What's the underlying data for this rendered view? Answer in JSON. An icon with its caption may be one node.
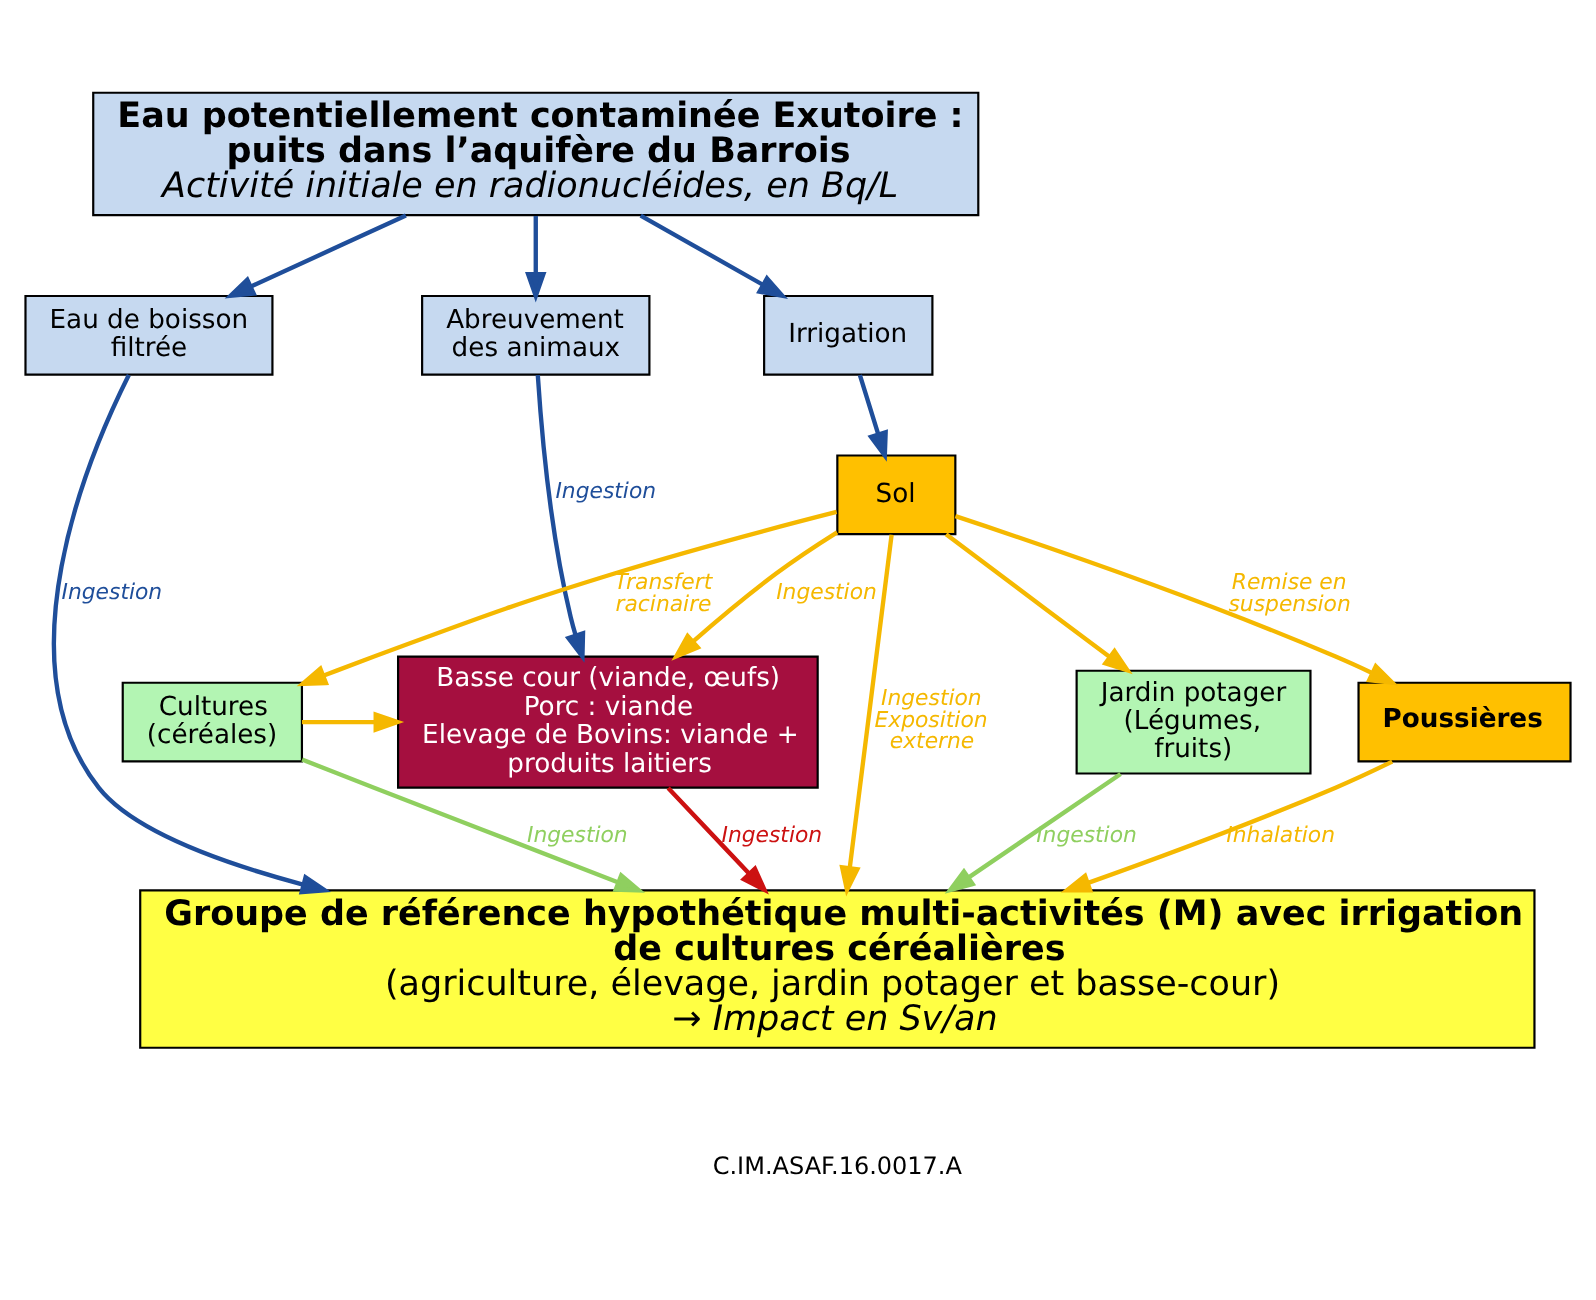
{
  "diagram": {
    "nodes": [
      {
        "text": [
          "Eau potentiellement contaminée Exutoire : puits dans l’aquifère du Barrois",
          "Activité initiale en radionucléides, en Bq/L"
        ]
      },
      {
        "text": [
          "Eau de boisson filtrée"
        ]
      },
      {
        "text": [
          "Abreuvement des animaux"
        ]
      },
      {
        "text": [
          "Irrigation"
        ]
      },
      {
        "text": [
          "Sol"
        ]
      },
      {
        "text": [
          "Basse cour (viande, œufs)",
          "Porc : viande",
          "Elevage de Bovins: viande + produits laitiers"
        ]
      },
      {
        "text": [
          "Cultures (céréales)"
        ]
      },
      {
        "text": [
          "Jardin potager (Légumes, fruits)"
        ]
      },
      {
        "text": [
          "Poussières"
        ]
      },
      {
        "text": [
          "Groupe de référence hypothétique multi-activités (M) avec irrigation de cultures céréalières",
          "(agriculture, élevage, jardin potager et basse-cour)",
          "→ Impact en Sv/an"
        ]
      }
    ],
    "edges": [
      {
        "from": 0,
        "to": 1,
        "arrow": "to",
        "color": "#1f4e9a"
      },
      {
        "from": 0,
        "to": 2,
        "arrow": "to",
        "color": "#1f4e9a"
      },
      {
        "from": 0,
        "to": 3,
        "arrow": "to",
        "color": "#1f4e9a"
      },
      {
        "from": 1,
        "to": 9,
        "arrow": "to",
        "label": "Ingestion",
        "color": "#1f4e9a"
      },
      {
        "from": 2,
        "to": 5,
        "arrow": "to",
        "label": "Ingestion",
        "color": "#1f4e9a"
      },
      {
        "from": 3,
        "to": 4,
        "arrow": "to",
        "color": "#1f4e9a"
      },
      {
        "from": 4,
        "to": 5,
        "arrow": "to",
        "label": "Ingestion"
      },
      {
        "from": 4,
        "to": 6,
        "arrow": "to",
        "label": "Transfert racinaire"
      },
      {
        "from": 4,
        "to": 7,
        "arrow": "to"
      },
      {
        "from": 6,
        "to": 5,
        "arrow": "to"
      },
      {
        "from": 4,
        "to": 8,
        "arrow": "to",
        "label": "Remise en suspension"
      },
      {
        "from": 4,
        "to": 9,
        "arrow": "to",
        "label": "Ingestion Exposition externe"
      },
      {
        "from": 8,
        "to": 9,
        "arrow": "to",
        "label": "Inhalation"
      },
      {
        "from": 5,
        "to": 9,
        "arrow": "to",
        "label": "Ingestion",
        "color": "#cc1111"
      },
      {
        "from": 6,
        "to": 9,
        "arrow": "to",
        "label": "Ingestion",
        "color": "#8fcf5f"
      },
      {
        "from": 7,
        "to": 9,
        "arrow": "to",
        "label": "Ingestion",
        "color": "#8fcf5f"
      }
    ],
    "labels": [
      "C.IM.ASAF.16.0017.A"
    ]
  }
}
